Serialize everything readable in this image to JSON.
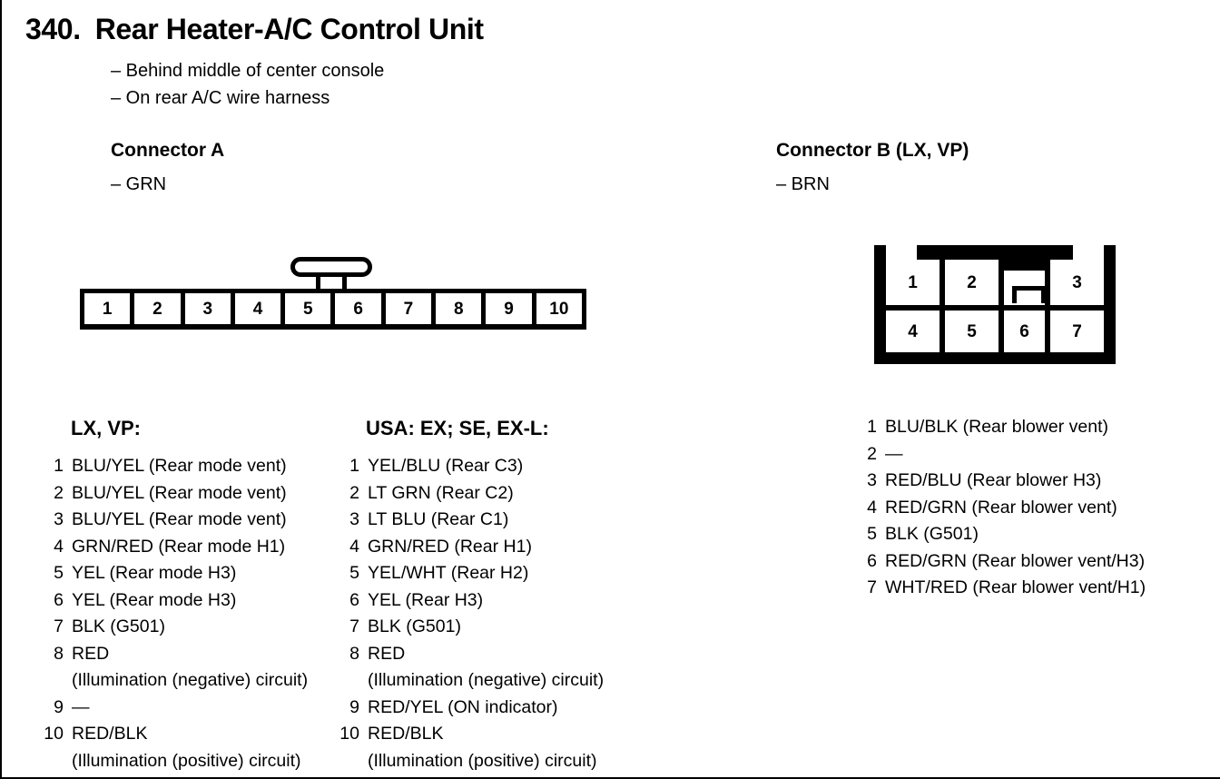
{
  "page": {
    "section_number": "340.",
    "title": "Rear Heater-A/C Control Unit",
    "locations": [
      "– Behind middle of center console",
      "– On rear A/C wire harness"
    ]
  },
  "connector_a": {
    "heading": "Connector A",
    "color": "– GRN",
    "pins": [
      "1",
      "2",
      "3",
      "4",
      "5",
      "6",
      "7",
      "8",
      "9",
      "10"
    ],
    "latch": "t-tab-latch"
  },
  "connector_b": {
    "heading": "Connector B (LX, VP)",
    "color": "– BRN",
    "top_row": [
      "1",
      "2",
      "3"
    ],
    "bottom_row": [
      "4",
      "5",
      "6",
      "7"
    ],
    "latch": "latch-recess"
  },
  "lists": {
    "lx_vp": {
      "title": "LX, VP:",
      "rows": [
        {
          "num": "1",
          "value": "BLU/YEL (Rear mode vent)"
        },
        {
          "num": "2",
          "value": "BLU/YEL (Rear mode vent)"
        },
        {
          "num": "3",
          "value": "BLU/YEL (Rear mode vent)"
        },
        {
          "num": "4",
          "value": "GRN/RED (Rear mode H1)"
        },
        {
          "num": "5",
          "value": "YEL (Rear mode H3)"
        },
        {
          "num": "6",
          "value": "YEL (Rear mode H3)"
        },
        {
          "num": "7",
          "value": "BLK (G501)"
        },
        {
          "num": "8",
          "value": "RED",
          "cont": "(Illumination (negative) circuit)"
        },
        {
          "num": "9",
          "value": "—"
        },
        {
          "num": "10",
          "value": "RED/BLK",
          "cont": "(Illumination (positive) circuit)"
        }
      ]
    },
    "usa": {
      "title": "USA: EX; SE, EX-L:",
      "rows": [
        {
          "num": "1",
          "value": "YEL/BLU (Rear C3)"
        },
        {
          "num": "2",
          "value": "LT GRN (Rear C2)"
        },
        {
          "num": "3",
          "value": "LT BLU (Rear C1)"
        },
        {
          "num": "4",
          "value": "GRN/RED (Rear H1)"
        },
        {
          "num": "5",
          "value": "YEL/WHT (Rear H2)"
        },
        {
          "num": "6",
          "value": "YEL (Rear H3)"
        },
        {
          "num": "7",
          "value": "BLK (G501)"
        },
        {
          "num": "8",
          "value": "RED",
          "cont": "(Illumination (negative) circuit)"
        },
        {
          "num": "9",
          "value": "RED/YEL (ON indicator)"
        },
        {
          "num": "10",
          "value": "RED/BLK",
          "cont": "(Illumination (positive) circuit)"
        }
      ]
    },
    "connector_b_pins": {
      "rows": [
        {
          "num": "1",
          "value": "BLU/BLK (Rear blower vent)"
        },
        {
          "num": "2",
          "value": "—"
        },
        {
          "num": "3",
          "value": "RED/BLU (Rear blower H3)"
        },
        {
          "num": "4",
          "value": "RED/GRN (Rear blower vent)"
        },
        {
          "num": "5",
          "value": "BLK (G501)"
        },
        {
          "num": "6",
          "value": "RED/GRN (Rear blower vent/H3)"
        },
        {
          "num": "7",
          "value": "WHT/RED (Rear blower vent/H1)"
        }
      ]
    }
  },
  "colors": {
    "ink": "#000000",
    "paper": "#ffffff"
  }
}
